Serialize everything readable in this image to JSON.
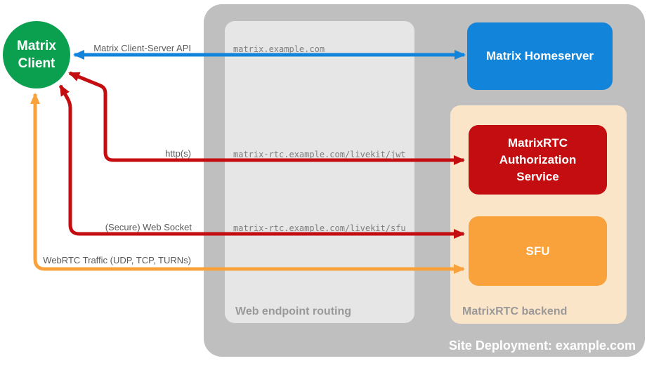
{
  "nodes": {
    "client": {
      "line1": "Matrix",
      "line2": "Client"
    },
    "homeserver": {
      "label": "Matrix Homeserver"
    },
    "auth": {
      "label": "MatrixRTC Authorization Service"
    },
    "sfu": {
      "label": "SFU"
    }
  },
  "arrows": {
    "cs_api": {
      "label": "Matrix Client-Server API",
      "color": "#1285DB"
    },
    "https": {
      "label": "http(s)",
      "color": "#C40D11"
    },
    "websocket": {
      "label": "(Secure) Web Socket",
      "color": "#C40D11"
    },
    "webrtc": {
      "label": "WebRTC Traffic (UDP, TCP, TURNs)",
      "color": "#F9A23C"
    }
  },
  "routing": {
    "title": "Web endpoint routing",
    "endpoints": [
      "matrix.example.com",
      "matrix-rtc.example.com/livekit/jwt",
      "matrix-rtc.example.com/livekit/sfu"
    ]
  },
  "backend": {
    "title": "MatrixRTC backend"
  },
  "deployment": {
    "title": "Site Deployment: example.com"
  },
  "colors": {
    "client_green": "#0BA04F",
    "homeserver_blue": "#1285DB",
    "auth_red": "#C40D11",
    "sfu_orange": "#F9A23C",
    "backend_peach": "#FBE5C8",
    "site_container_gray": "#BFBFBF",
    "routing_box_gray": "#E6E6E6",
    "section_label_gray": "#999999",
    "arrow_label_gray": "#595959",
    "endpoint_text_gray": "#7F7F7F"
  }
}
